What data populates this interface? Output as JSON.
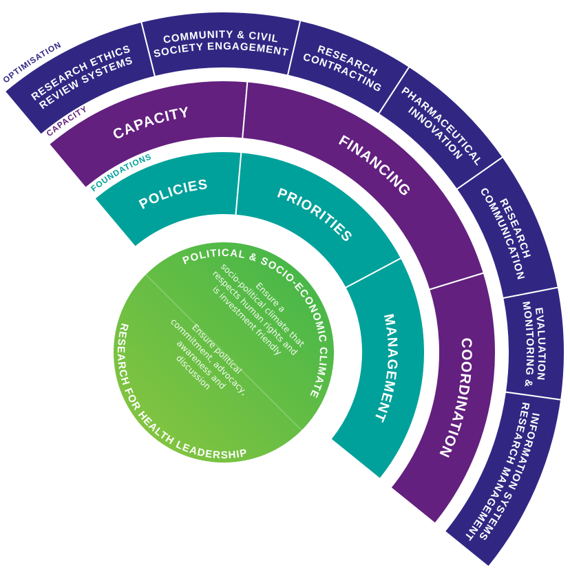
{
  "colors": {
    "optimisation": "#312783",
    "capacity": "#63207f",
    "foundations": "#00a19a",
    "core_start": "#3db54a",
    "core_end": "#8dc63f",
    "divider": "#ffffff"
  },
  "rings": [
    {
      "id": "foundations",
      "title": "FOUNDATIONS",
      "segments": [
        {
          "label": [
            "POLICIES"
          ]
        },
        {
          "label": [
            "PRIORITIES"
          ]
        },
        {
          "label": [
            "MANAGEMENT"
          ]
        }
      ]
    },
    {
      "id": "capacity",
      "title": "CAPACITY",
      "segments": [
        {
          "label": [
            "CAPACITY"
          ]
        },
        {
          "label": [
            "FINANCING"
          ]
        },
        {
          "label": [
            "COORDINATION"
          ]
        }
      ]
    },
    {
      "id": "optimisation",
      "title": "OPTIMISATION",
      "segments": [
        {
          "label": [
            "RESEARCH ETHICS",
            "REVIEW SYSTEMS"
          ]
        },
        {
          "label": [
            "COMMUNITY & CIVIL",
            "SOCIETY ENGAGEMENT"
          ]
        },
        {
          "label": [
            "RESEARCH",
            "CONTRACTING"
          ]
        },
        {
          "label": [
            "PHARMACEUTICAL",
            "INNOVATION"
          ]
        },
        {
          "label": [
            "RESEARCH",
            "COMMUNICATION"
          ]
        },
        {
          "label": [
            "MONITORING &",
            "EVALUATION"
          ]
        },
        {
          "label": [
            "RESEARCH MANAGEMENT",
            "INFORMATION SYSTEMS"
          ]
        }
      ]
    }
  ],
  "core": {
    "top_title": "POLITICAL & SOCIO-ECONOMIC CLIMATE",
    "bottom_title": "RESEARCH FOR HEALTH LEADERSHIP",
    "top_text": [
      "Ensure a",
      "socio-political climate that",
      "respects human rights and",
      "is investment friendly"
    ],
    "bottom_text": [
      "Ensure political",
      "commitment, advocacy,",
      "awareness and",
      "discussion"
    ]
  }
}
